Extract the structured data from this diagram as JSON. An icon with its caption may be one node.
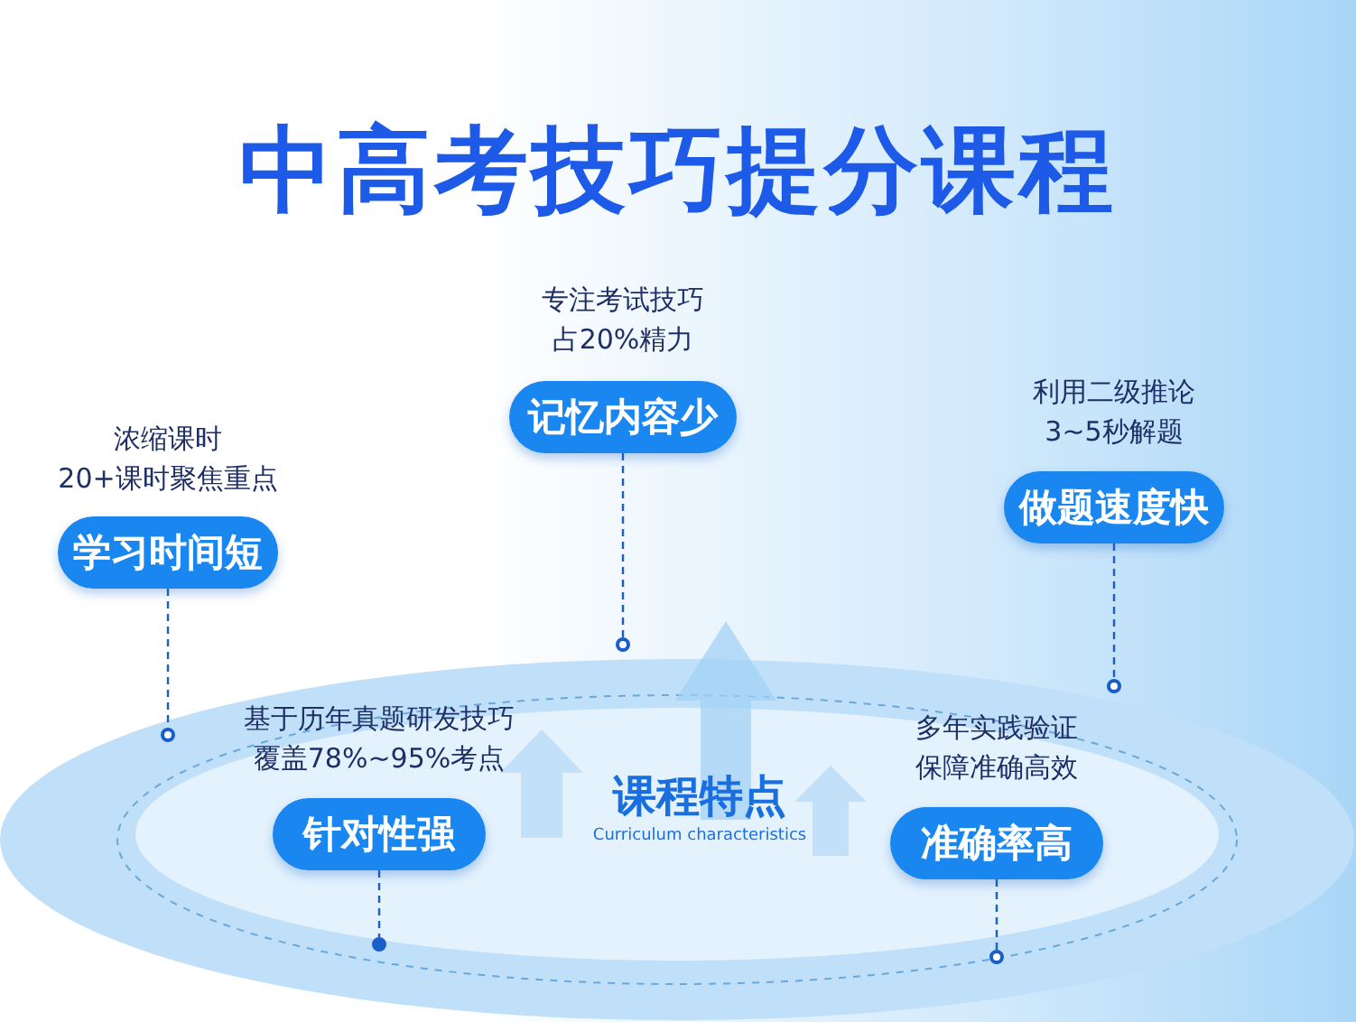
{
  "diagram": {
    "title": "中高考技巧提分课程",
    "nodes": [
      {
        "text": [
          "学习时间短"
        ],
        "beside": [
          "浓缩课时 20+课时聚焦重点"
        ]
      },
      {
        "text": [],
        "shape": "circle"
      },
      {
        "text": [
          "记忆内容少"
        ],
        "beside": [
          "专注考试技巧占20%精力"
        ]
      },
      {
        "text": [],
        "shape": "circle"
      },
      {
        "text": [
          "做题速度快"
        ],
        "beside": [
          "利用二级推论 3~5秒解题"
        ]
      },
      {
        "text": [],
        "shape": "circle"
      },
      {
        "text": [
          "针对性强"
        ],
        "beside": [
          "基于历年真题研发技巧覆盖78%~95%考点"
        ]
      },
      {
        "text": [],
        "shape": "circle"
      },
      {
        "text": [
          "准确率高"
        ],
        "beside": [
          "多年实践验证保障准确高效"
        ]
      },
      {
        "text": [],
        "shape": "circle"
      }
    ],
    "edges": [
      {
        "from": 0,
        "to": 1,
        "arrow": "none",
        "style": "dashed"
      },
      {
        "from": 2,
        "to": 3,
        "arrow": "none",
        "style": "dashed"
      },
      {
        "from": 4,
        "to": 5,
        "arrow": "none",
        "style": "dashed"
      },
      {
        "from": 6,
        "to": 7,
        "arrow": "none",
        "style": "dashed"
      },
      {
        "from": 8,
        "to": 9,
        "arrow": "none",
        "style": "dashed"
      }
    ],
    "labels": [
      "课程特点",
      "Curriculum characteristics"
    ]
  }
}
